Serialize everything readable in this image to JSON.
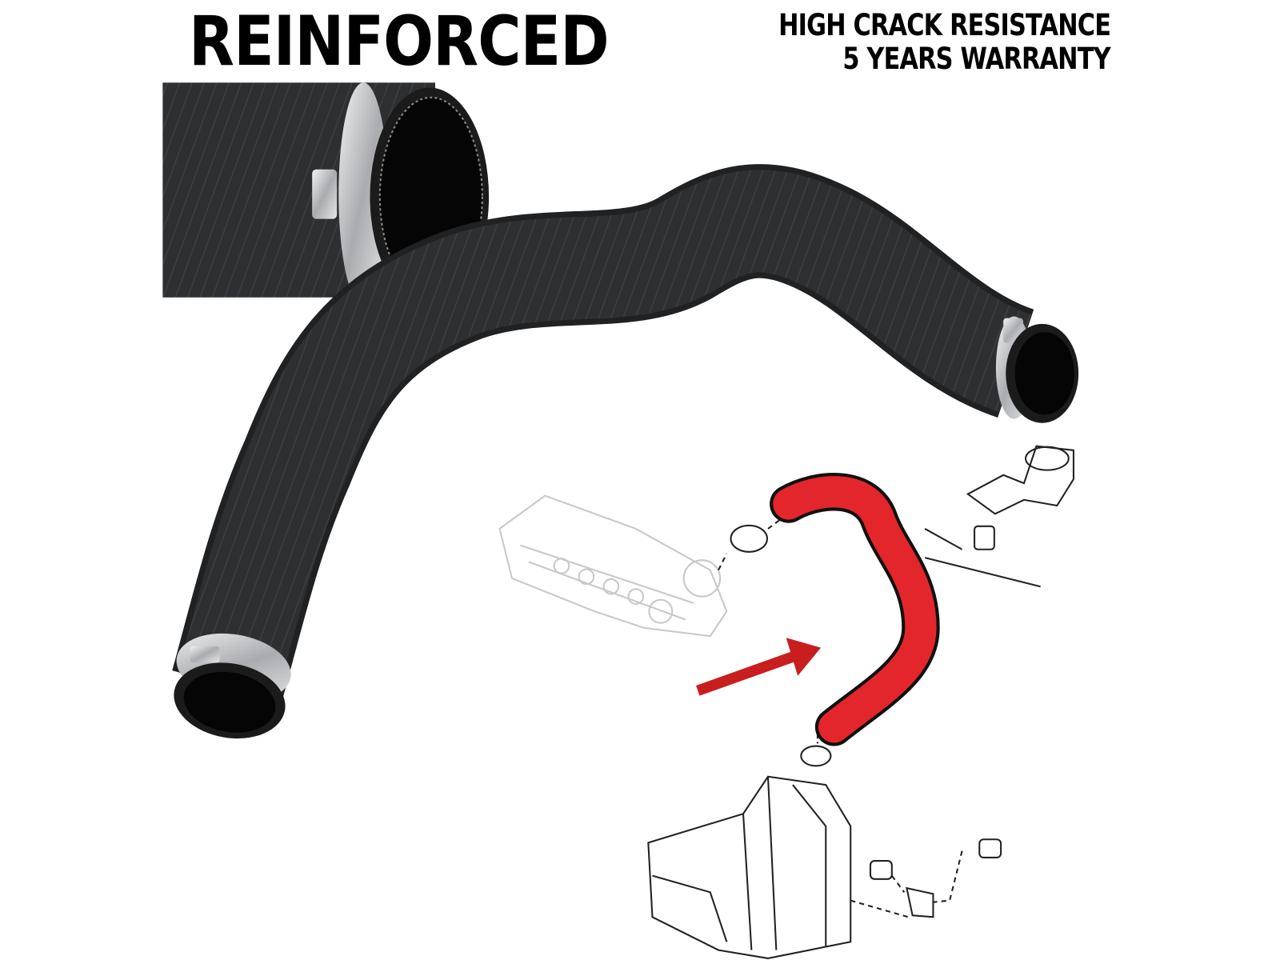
{
  "headline": {
    "main": "REINFORCED",
    "feature_1": "HIGH CRACK RESISTANCE",
    "feature_2": "5 YEARS WARRANTY"
  },
  "colors": {
    "hose": "#2e2f31",
    "highlight_part": "#e3262b",
    "arrow": "#c81e1e",
    "clamp": "#c9cbcd"
  }
}
